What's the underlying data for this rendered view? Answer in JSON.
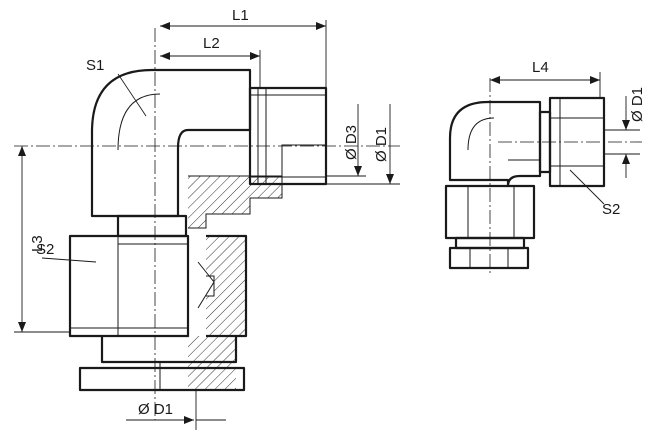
{
  "labels": {
    "L1": "L1",
    "L2": "L2",
    "L3": "L3",
    "L4": "L4",
    "S1": "S1",
    "S2_left": "S2",
    "S2_right": "S2",
    "D3": "Ø D3",
    "D1_top": "Ø D1",
    "D1_bottom": "Ø D1",
    "D1_small": "Ø D1"
  }
}
